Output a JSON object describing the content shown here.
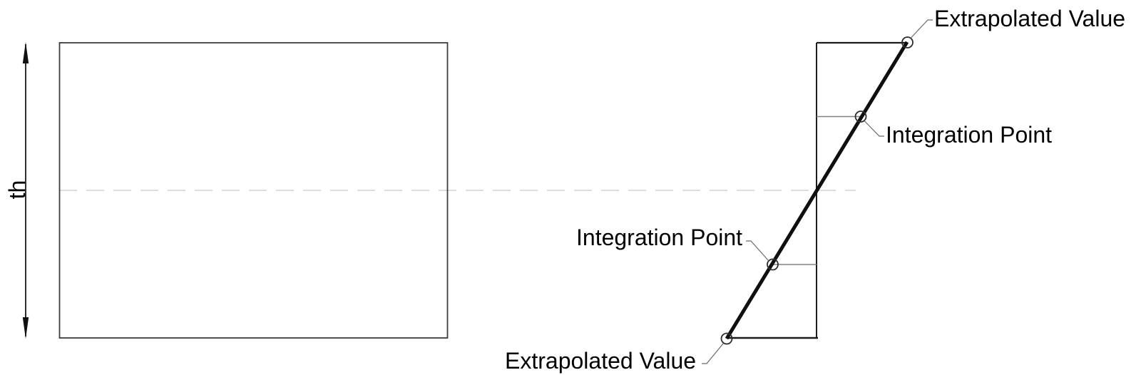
{
  "figure": {
    "section_view": {
      "thickness_label": "th"
    },
    "distribution_view": {
      "label_extrapolated_top": "Extrapolated Value",
      "label_integration_upper": "Integration Point",
      "label_integration_lower": "Integration Point",
      "label_extrapolated_bottom": "Extrapolated Value"
    },
    "colors": {
      "stroke": "#1c1c1c",
      "thin_gray": "#808080",
      "leader_gray": "#6b6b6b",
      "centerline": "#dcdcdc",
      "text": "#000000",
      "background": "#ffffff"
    }
  }
}
